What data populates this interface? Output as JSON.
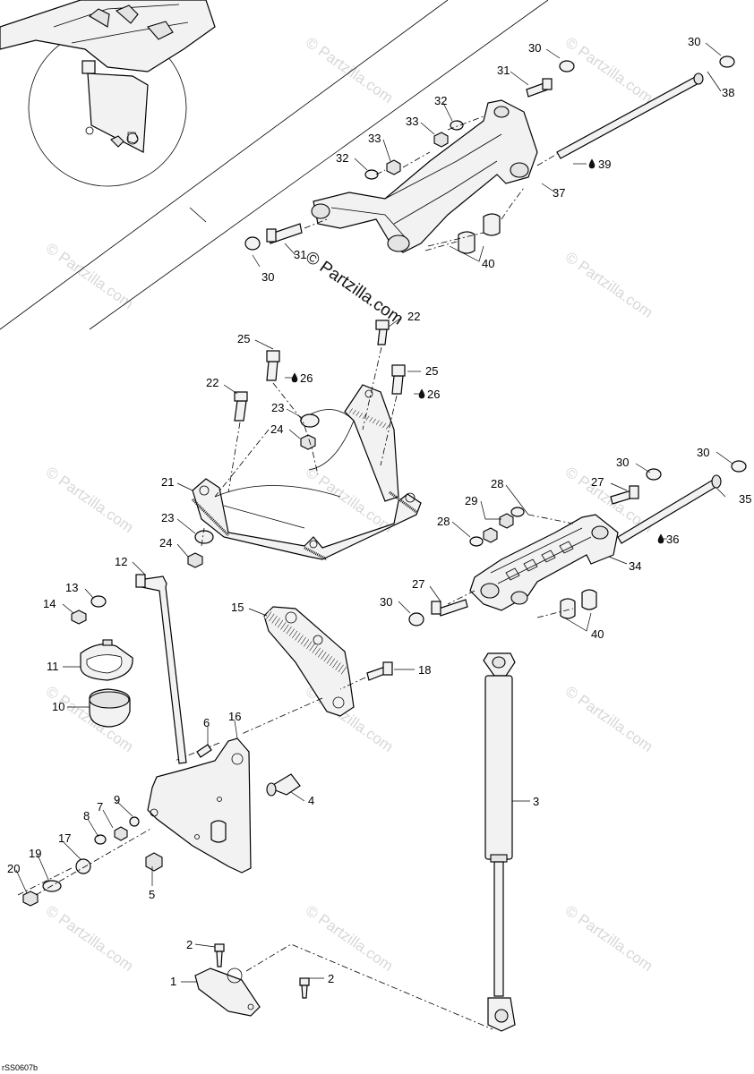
{
  "diagram": {
    "watermark_main": "© Partzilla.com",
    "watermark_repeat": "© Partzilla.com",
    "drawing_code": "rSS0607b",
    "callouts": {
      "p1": "1",
      "p2a": "2",
      "p2b": "2",
      "p3": "3",
      "p4": "4",
      "p5": "5",
      "p6": "6",
      "p7": "7",
      "p8": "8",
      "p9": "9",
      "p10": "10",
      "p11": "11",
      "p12": "12",
      "p13": "13",
      "p14": "14",
      "p15": "15",
      "p16": "16",
      "p17": "17",
      "p18": "18",
      "p19": "19",
      "p20": "20",
      "p21": "21",
      "p22a": "22",
      "p22b": "22",
      "p23a": "23",
      "p23b": "23",
      "p24a": "24",
      "p24b": "24",
      "p25a": "25",
      "p25b": "25",
      "p26a": "26",
      "p26b": "26",
      "p27a": "27",
      "p27b": "27",
      "p28a": "28",
      "p28b": "28",
      "p29": "29",
      "p30a": "30",
      "p30b": "30",
      "p30c": "30",
      "p30d": "30",
      "p30e": "30",
      "p31a": "31",
      "p31b": "31",
      "p32a": "32",
      "p32b": "32",
      "p33a": "33",
      "p33b": "33",
      "p34": "34",
      "p35": "35",
      "p36": "36",
      "p37": "37",
      "p38": "38",
      "p39": "39",
      "p40a": "40",
      "p40b": "40"
    }
  }
}
